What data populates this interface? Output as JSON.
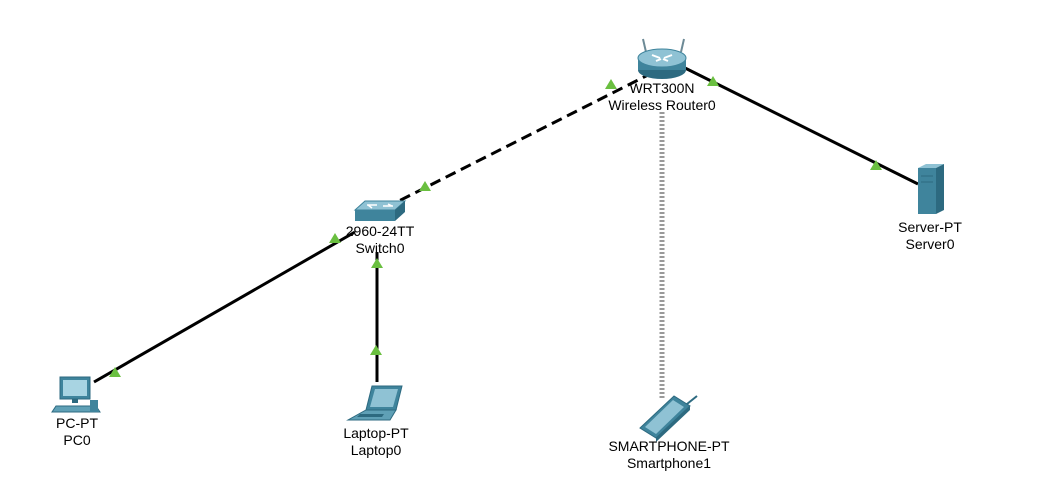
{
  "devices": {
    "router": {
      "model": "WRT300N",
      "name": "Wireless Router0",
      "icon": "wireless-router-icon"
    },
    "switch": {
      "model": "2960-24TT",
      "name": "Switch0",
      "icon": "switch-icon"
    },
    "server": {
      "model": "Server-PT",
      "name": "Server0",
      "icon": "server-icon"
    },
    "pc": {
      "model": "PC-PT",
      "name": "PC0",
      "icon": "pc-icon"
    },
    "laptop": {
      "model": "Laptop-PT",
      "name": "Laptop0",
      "icon": "laptop-icon"
    },
    "smartphone": {
      "model": "SMARTPHONE-PT",
      "name": "Smartphone1",
      "icon": "smartphone-icon"
    }
  },
  "links": [
    {
      "from": "switch",
      "to": "router",
      "type": "crossover"
    },
    {
      "from": "router",
      "to": "server",
      "type": "straight"
    },
    {
      "from": "switch",
      "to": "pc",
      "type": "straight"
    },
    {
      "from": "switch",
      "to": "laptop",
      "type": "straight"
    },
    {
      "from": "router",
      "to": "smartphone",
      "type": "wireless"
    }
  ],
  "colors": {
    "link": "#000000",
    "wireless_link": "#9a9a9a",
    "port_up": "#6abf40",
    "device_teal": "#4a8fa8",
    "device_dark": "#2c6a80"
  }
}
